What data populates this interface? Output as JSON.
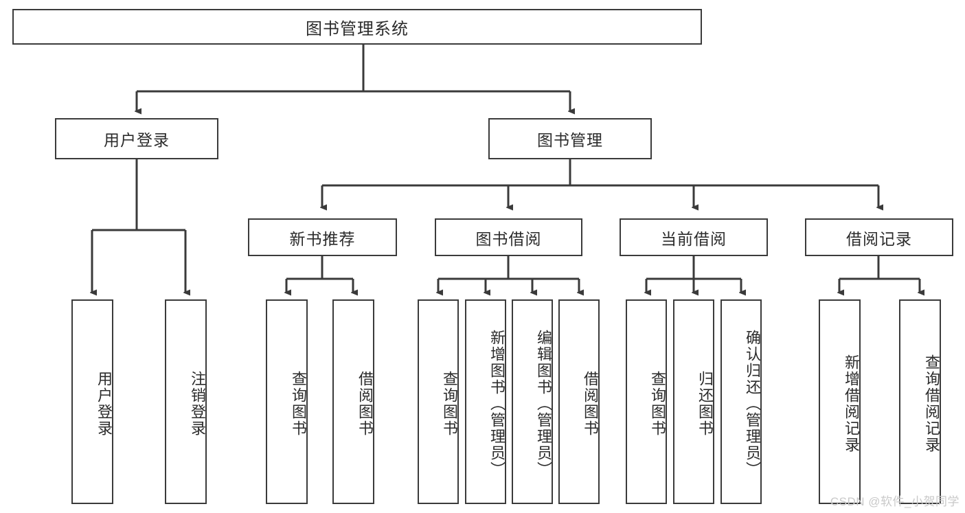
{
  "diagram": {
    "title": "图书管理系统",
    "watermark": "CSDN @软件_小贺同学",
    "colors": {
      "stroke": "#3a3a3a",
      "background": "#ffffff",
      "text": "#2b2b2b",
      "watermark": "#c9c9c9"
    },
    "root": {
      "label": "图书管理系统"
    },
    "level2": [
      {
        "label": "用户登录"
      },
      {
        "label": "图书管理"
      }
    ],
    "level3": [
      {
        "label": "新书推荐"
      },
      {
        "label": "图书借阅"
      },
      {
        "label": "当前借阅"
      },
      {
        "label": "借阅记录"
      }
    ],
    "leaves": {
      "user_login": [
        {
          "label": "用户登录"
        },
        {
          "label": "注销登录"
        }
      ],
      "new_book": [
        {
          "label": "查询图书"
        },
        {
          "label": "借阅图书"
        }
      ],
      "borrow_book": [
        {
          "label": "查询图书"
        },
        {
          "label": "新增图书（管理员）"
        },
        {
          "label": "编辑图书（管理员）"
        },
        {
          "label": "借阅图书"
        }
      ],
      "current_borrow": [
        {
          "label": "查询图书"
        },
        {
          "label": "归还图书"
        },
        {
          "label": "确认归还（管理员）"
        }
      ],
      "borrow_record": [
        {
          "label": "新增借阅记录"
        },
        {
          "label": "查询借阅记录"
        }
      ]
    }
  }
}
